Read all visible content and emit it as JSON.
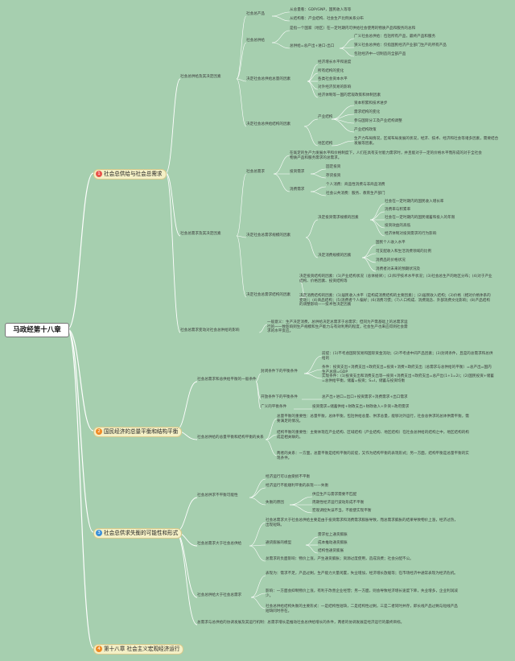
{
  "root": "马政经第十八章",
  "sections": [
    {
      "num": "1",
      "label": "社会总供给与社会总需求"
    },
    {
      "num": "2",
      "label": "国民经济的总量平衡和结构平衡"
    },
    {
      "num": "3",
      "label": "社会总供求失衡的可能性和形式"
    },
    {
      "num": "4",
      "label": "第十八章 社会主义宏观经济运行"
    }
  ],
  "colors": {
    "c1": "#e8524a",
    "c2": "#f08a24",
    "c3": "#3a8fd8",
    "c4": "#f08a24",
    "line": "#ffffff"
  },
  "s1": {
    "a": "社会总供给及其决定因素",
    "a1": "社会总产品",
    "a1a": "从总量看：GDP/GNP，国民收入等等",
    "a1b": "从结构看：产业结构、社会生产比例关系分布",
    "a2": "社会总供给",
    "a2a": "是指一个国家（地区）在一定时期内可供给社会使用的物质产品和服务的总和",
    "a2b": "总供给=总产出+进口-出口",
    "a2b1": "广义社会总供给：包括所有产品，最终产品和服务",
    "a2b2": "狭义社会总供给：仅指国民经济产业部门生产的所有产品",
    "a2b3": "包括经济中一切制造的全部产品",
    "a3": "决定社会总供给总量的因素",
    "a3a": "经济增长水平和速度",
    "a3b": "所有结构的变化",
    "a3c": "各类社会资本水平",
    "a3d": "对外经济贸易的影响",
    "a3e": "经济体制等一国的宏观政策和体制因素",
    "a4": "决定社会总供给结构的因素",
    "a4a": "产业结构",
    "a4a1": "资本积累和技术进步",
    "a4a2": "需求结构的变化",
    "a4a3": "参与国际分工及产业结构调整",
    "a4a4": "产业结构政策",
    "a4b": "地区结构",
    "a4b1": "生产力布局情况，区域布局发展的状况，经济、技术、经济和社会等诸多因素，需要结合发展等因素。",
    "b": "社会总需求及其决定因素",
    "b1": "社会总需求",
    "b1a": "在既定的生产力发展水平和价格制度下，人们在具有支付能力需求时，并且能对于一定的价格水平而形成的对于全社会物质产品和服务需求的总需求。",
    "b1b": "投资需求",
    "b1b1": "固定投资",
    "b1b2": "存货投资",
    "b1c": "消费需求",
    "b1c1": "个人消费：商品性消费与非商品消费",
    "b1c2": "社会公共消费：服务、教育生产部门",
    "b2": "决定社会总需求规模的因素",
    "b2a": "决定投资需求规模的因素",
    "b2a1": "社会在一定时期内的国民收入增长率",
    "b2a2": "消费率与积累率",
    "b2a3": "社会在一定时期内的国民储蓄和投入的年限",
    "b2a4": "投资效益的高低",
    "b2a5": "经济体制对投资需求的行为影响",
    "b2b": "决定消费规模的因素",
    "b2b1": "国民个人收入水平",
    "b2b2": "可支配收入和生活消费领域的比例",
    "b2b3": "消费品的价格状况",
    "b2b4": "消费者对未来的预期状况及",
    "b3": "决定社会总需求结构的因素",
    "b3a": "决定投资结构的因素：(1)产业结构状况（总体规律）；(2)科学技术水平状况；(3)社会总生产的地区分布；(4)对于产业结构、价格因素、投资结构等",
    "b3b": "决定消费结构的因素：(1)居民收入水平（是构成消费结构的主要因素）；(2)居民收入结构；(3)价格（相对价格体系的变动）；(4)商品结构；(5)消费者个人偏好；(6)消费习惯；(7)人口构成、消费观念、外部消费文化影响；(8)产品结构的调整影响——技术性决定因素",
    "c": "社会总需求变动对社会总供给的影响",
    "c1": "一般意义：生产决定消费，总供给决定总需求于总需求；但同为产需基础上的总需求运行的一一致影响到生产规模和生产能力与有效利用的程度，社会生产也来应得到社会需求的水平反应。"
  },
  "s2": {
    "a": "社会总需求和总供给平衡的一般条件",
    "a1": "封闭条件下的平衡条件",
    "a1a": "前提：(1)不考虑国际贸易和国际资金流动；(2)不考虑中间产品因素；(3)封闭条件，且是的总需求和总供给的",
    "a1b": "条件：投资支出+消费支出+政府支出=投资+消费+政府支出（总需求与总供给的平衡）=总产出=国内生产总值=GDP",
    "a1c": "实现条件：(1)投资支出和消费支出等一投资+消费支出+政府支出=总产出(1+1=2)；(2)国民投资+储蓄=总供给平衡，储蓄=投资；S=I，储蓄与投资均衡",
    "a2": "开放条件下的平衡条件",
    "a2a": "总产出+进口=出口+投资需求+消费需求+出口需求",
    "a3": "广义的平衡条件",
    "a3a": "投资需求=储蓄供给+财政支出+财政收入+外资+政府需求",
    "b": "社会总供给的总量平衡和结构平衡的关系",
    "b1": "总量平衡的重要性：总量平衡，总体平衡，包括供给总量、供求总量，能够对外运行，社会总供求的总体供需平衡，需要满足的情况。",
    "b2": "结构平衡的重要性：主要体现在产业结构、区域结构（产业结构、地区结构）在社会总供给的结构之中，地区结构的构成是相关联的。",
    "b3": "两者的关系：一方面，总量平衡是结构平衡的前提，又作为结构平衡的表现形式；另一方面，结构平衡是总量平衡的实现条件。"
  },
  "s3": {
    "a": "社会总供求不平衡可能性",
    "a1": "经济运行可以由受损不平衡",
    "a2": "经济运行不能顺利平衡的表现——失衡",
    "a3": "失衡的原因",
    "a3a": "供应生产与需求需要不匹配",
    "a3b": "周期性经济运行波动形成不平衡",
    "a3c": "宏观调控失误不当，不能使实现平衡",
    "b": "社会总需求大于社会总供给",
    "b1": "社会总需求大于社会总供给主要是由于投资需求和消费需求膨胀导致，而总需求膨胀的结果导致物价上涨，经济过热，出现短缺。",
    "b2": "通货膨胀的模型",
    "b2a": "需求拉上通货膨胀",
    "b2b": "成本推动通货膨胀",
    "b2c": "结构性通货膨胀",
    "b3": "总需求的负面影响：物价上涨，产生通货膨胀；资源过度使用，造成浪费；社会分配不公。",
    "c": "社会总供给大于社会总需求",
    "c1": "表现为：需求不足，产品过剩，生产能力大量闲置，失业增加，经济增长放缓等；在市场经济中通常表现为经济危机。",
    "c2": "影响：一方面会抑制物价上涨，有利于改善企业经营；另一方面，则会导致经济增长速度下降，失业增多，企业利润减少。",
    "c3": "社会总供给结构失衡的主要形式：一是结构性短缺，二是结构性过剩，三是二者同时并存，即长线产品过剩与短线产品短缺同时存在。",
    "d": "总需求与总供给的协调发展及其运行机制：总需求增长是推动社会总供给增长的条件，两者的协调发展是经济运行的最终目标。"
  },
  "s4": {}
}
